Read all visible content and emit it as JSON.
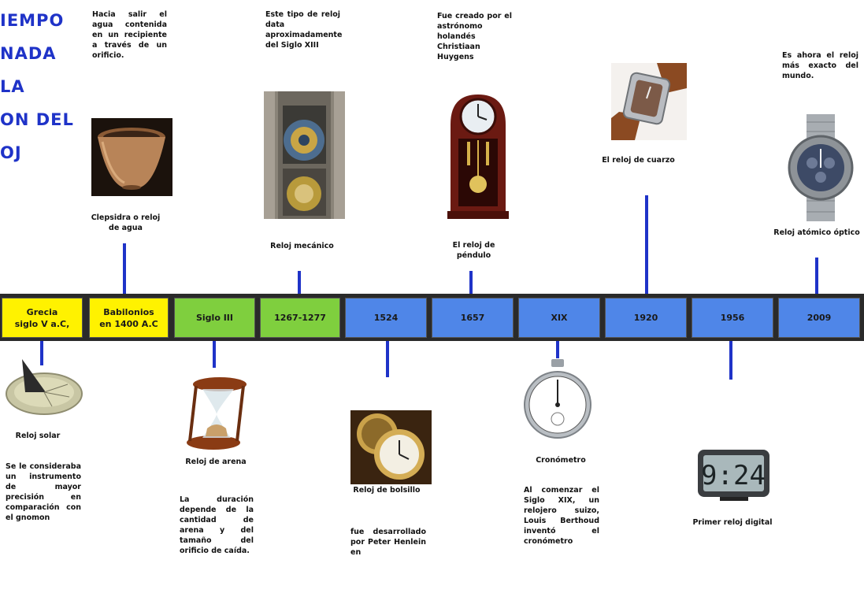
{
  "title": "IEMPO\nNADA\nLA\nON DEL\nOJ",
  "colors": {
    "accent_blue": "#1f33c8",
    "yellow": "#fff200",
    "green": "#7fcf3e",
    "blue": "#4f86e8",
    "band": "#2a2a2a"
  },
  "timeline": [
    {
      "label": "Grecia\nsiglo V a.C,",
      "color": "yellow"
    },
    {
      "label": "Babilonios\nen 1400 A.C",
      "color": "yellow"
    },
    {
      "label": "Siglo III",
      "color": "green"
    },
    {
      "label": "1267-1277",
      "color": "green"
    },
    {
      "label": "1524",
      "color": "blue"
    },
    {
      "label": "1657",
      "color": "blue"
    },
    {
      "label": "XIX",
      "color": "blue"
    },
    {
      "label": "1920",
      "color": "blue"
    },
    {
      "label": "1956",
      "color": "blue"
    },
    {
      "label": "2009",
      "color": "blue"
    }
  ],
  "top": {
    "clepsidra": {
      "desc": "Hacia salir el agua contenida en un recipiente a través de un orificio.",
      "label": "Clepsidra o reloj de agua"
    },
    "mecanico": {
      "desc": "Este tipo de reloj data aproximadamente del Siglo XIII",
      "label": "Reloj mecánico"
    },
    "pendulo": {
      "desc": "Fue creado por el astrónomo holandés Christiaan Huygens",
      "label": "El reloj de péndulo"
    },
    "cuarzo": {
      "label": "El reloj de cuarzo"
    },
    "atomico": {
      "desc": "Es ahora el reloj más exacto del mundo.",
      "label": "Reloj atómico óptico"
    }
  },
  "bottom": {
    "solar": {
      "label": "Reloj solar",
      "desc": "Se le consideraba un instrumento de mayor precisión en comparación con el gnomon"
    },
    "arena": {
      "label": "Reloj de arena",
      "desc": "La duración depende de la cantidad de arena y del tamaño del orificio de caída."
    },
    "bolsillo": {
      "label": "Reloj de bolsillo",
      "desc": "fue desarrollado por Peter Henlein en"
    },
    "cronometro": {
      "label": "Cronómetro",
      "desc": "Al comenzar el Siglo XIX, un relojero suizo, Louis Berthoud inventó el cronómetro"
    },
    "digital": {
      "label": "Primer reloj digital",
      "display": "9:24"
    }
  }
}
